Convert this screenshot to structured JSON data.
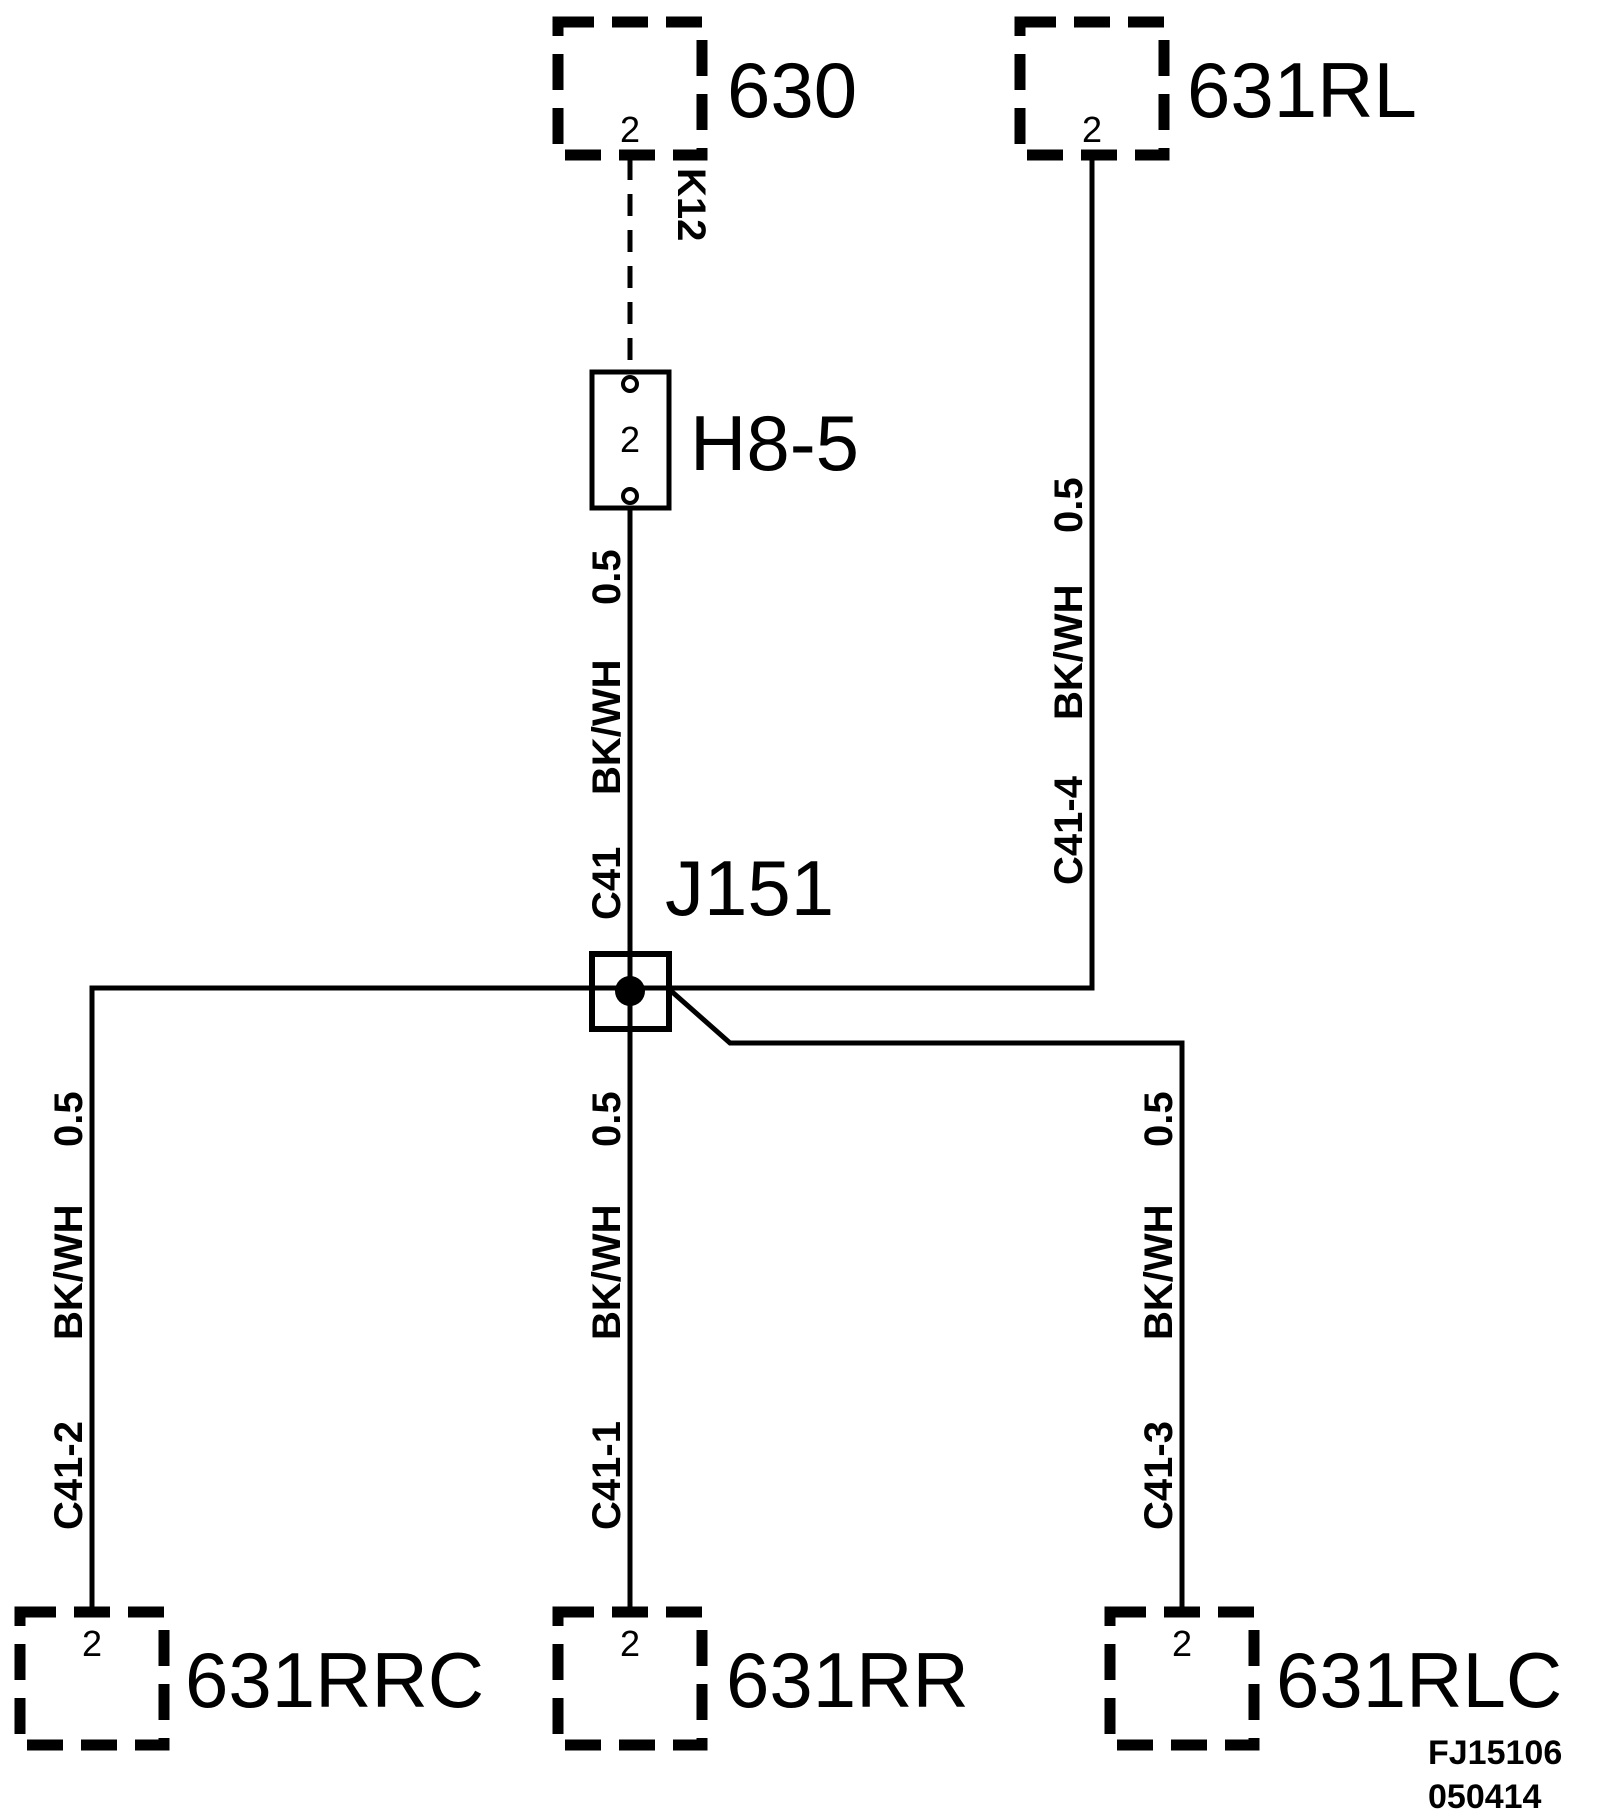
{
  "connectors": {
    "c630": {
      "name": "630",
      "pin": "2"
    },
    "c631rl": {
      "name": "631RL",
      "pin": "2"
    },
    "c631rrc": {
      "name": "631RRC",
      "pin": "2"
    },
    "c631rr": {
      "name": "631RR",
      "pin": "2"
    },
    "c631rlc": {
      "name": "631RLC",
      "pin": "2"
    }
  },
  "inline_connector": {
    "name": "H8-5",
    "pin": "2"
  },
  "splice": {
    "name": "J151"
  },
  "wires": {
    "k12": {
      "label": "K12"
    },
    "c41": {
      "circuit": "C41",
      "color": "BK/WH",
      "size": "0.5"
    },
    "c41_4": {
      "circuit": "C41-4",
      "color": "BK/WH",
      "size": "0.5"
    },
    "c41_2": {
      "circuit": "C41-2",
      "color": "BK/WH",
      "size": "0.5"
    },
    "c41_1": {
      "circuit": "C41-1",
      "color": "BK/WH",
      "size": "0.5"
    },
    "c41_3": {
      "circuit": "C41-3",
      "color": "BK/WH",
      "size": "0.5"
    }
  },
  "reference": {
    "figure": "FJ15106",
    "date": "050414"
  }
}
